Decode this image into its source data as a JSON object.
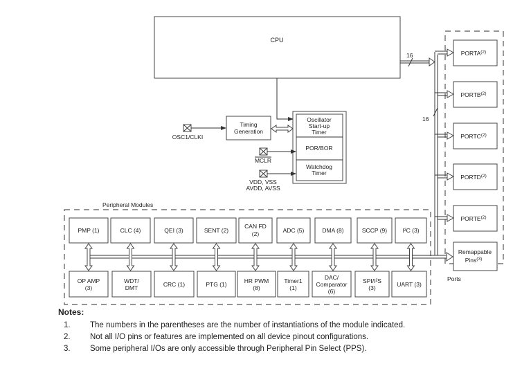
{
  "cpu": {
    "label": "CPU",
    "bus_width": "16"
  },
  "ports": {
    "group_label": "Ports",
    "bus_width": "16",
    "items": [
      {
        "name": "PORTA",
        "note": "(2)"
      },
      {
        "name": "PORTB",
        "note": "(2)"
      },
      {
        "name": "PORTC",
        "note": "(2)"
      },
      {
        "name": "PORTD",
        "note": "(2)"
      },
      {
        "name": "PORTE",
        "note": "(2)"
      }
    ],
    "remappable": {
      "line1": "Remappable",
      "line2": "Pins",
      "note": "(3)"
    }
  },
  "clock": {
    "osc_pin_label": "OSC1/CLKI",
    "timing_line1": "Timing",
    "timing_line2": "Generation",
    "mclr_label": "MCLR",
    "power_line1": "VDD, VSS",
    "power_line2": "AVDD, AVSS",
    "ost_line1": "Oscillator",
    "ost_line2": "Start-up",
    "ost_line3": "Timer",
    "por": "POR/BOR",
    "wdt_line1": "Watchdog",
    "wdt_line2": "Timer"
  },
  "peripherals": {
    "group_label": "Peripheral Modules",
    "top": [
      {
        "line1": "PMP (1)",
        "line2": ""
      },
      {
        "line1": "CLC (4)",
        "line2": ""
      },
      {
        "line1": "QEI (3)",
        "line2": ""
      },
      {
        "line1": "SENT (2)",
        "line2": ""
      },
      {
        "line1": "CAN FD",
        "line2": "(2)"
      },
      {
        "line1": "ADC (5)",
        "line2": ""
      },
      {
        "line1": "DMA (8)",
        "line2": ""
      },
      {
        "line1": "SCCP (9)",
        "line2": ""
      },
      {
        "line1": "I²C (3)",
        "line2": ""
      }
    ],
    "bottom": [
      {
        "line1": "OP AMP",
        "line2": "(3)",
        "line3": ""
      },
      {
        "line1": "WDT/",
        "line2": "DMT",
        "line3": ""
      },
      {
        "line1": "CRC (1)",
        "line2": "",
        "line3": ""
      },
      {
        "line1": "PTG (1)",
        "line2": "",
        "line3": ""
      },
      {
        "line1": "HR PWM",
        "line2": "(8)",
        "line3": ""
      },
      {
        "line1": "Timer1",
        "line2": "(1)",
        "line3": ""
      },
      {
        "line1": "DAC/",
        "line2": "Comparator",
        "line3": "(6)"
      },
      {
        "line1": "SPI/I²S",
        "line2": "(3)",
        "line3": ""
      },
      {
        "line1": "UART (3)",
        "line2": "",
        "line3": ""
      }
    ]
  },
  "notes": {
    "title": "Notes:",
    "items": [
      {
        "num": "1.",
        "text": "The numbers in the parentheses are the number of instantiations of the module indicated."
      },
      {
        "num": "2.",
        "text": "Not all I/O pins or features are implemented on all device pinout configurations."
      },
      {
        "num": "3.",
        "text": "Some peripheral I/Os are only accessible through Peripheral Pin Select (PPS)."
      }
    ]
  }
}
